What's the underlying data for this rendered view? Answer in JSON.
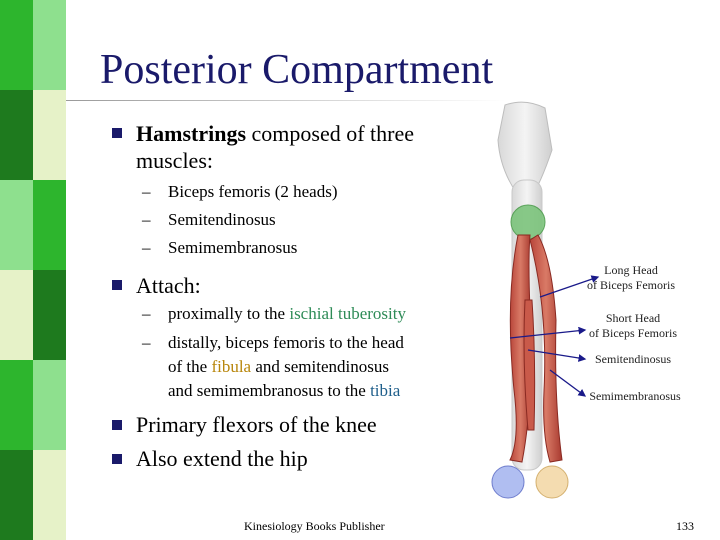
{
  "slide": {
    "title": "Posterior Compartment",
    "bullets": [
      {
        "bold": "Hamstrings",
        "text_line1": " composed of three",
        "text_line2": "muscles:",
        "subs": [
          "Biceps femoris (2 heads)",
          "Semitendinosus",
          "Semimembranosus"
        ]
      },
      {
        "text": "Attach:",
        "subs": [
          {
            "pre": "proximally to the ",
            "highlight": "ischial tuberosity"
          },
          {
            "line1": "distally, biceps femoris to the head",
            "line2_pre": "of the ",
            "line2_hl": "fibula",
            "line2_post": " and semitendinosus",
            "line3_pre": "and semimembranosus to the ",
            "line3_hl": "tibia"
          }
        ]
      },
      {
        "text": "Primary flexors of the knee"
      },
      {
        "text": "Also extend the hip"
      }
    ]
  },
  "labels": {
    "long_head_1": "Long Head",
    "long_head_2": "of Biceps Femoris",
    "short_head_1": "Short Head",
    "short_head_2": "of Biceps Femoris",
    "semitendinosus": "Semitendinosus",
    "semimembranosus": "Semimembranosus"
  },
  "footer": {
    "publisher": "Kinesiology Books Publisher",
    "page_number": "133"
  },
  "colors": {
    "title": "#1a1a6a",
    "ischial_tuberosity": "#2e8b57",
    "fibula": "#b8860b",
    "tibia": "#1f5f8b",
    "strip_green": "#2db52d",
    "strip_dark": "#1e7a1e",
    "strip_light": "#8ee08e",
    "strip_pale": "#e6f2c8"
  }
}
